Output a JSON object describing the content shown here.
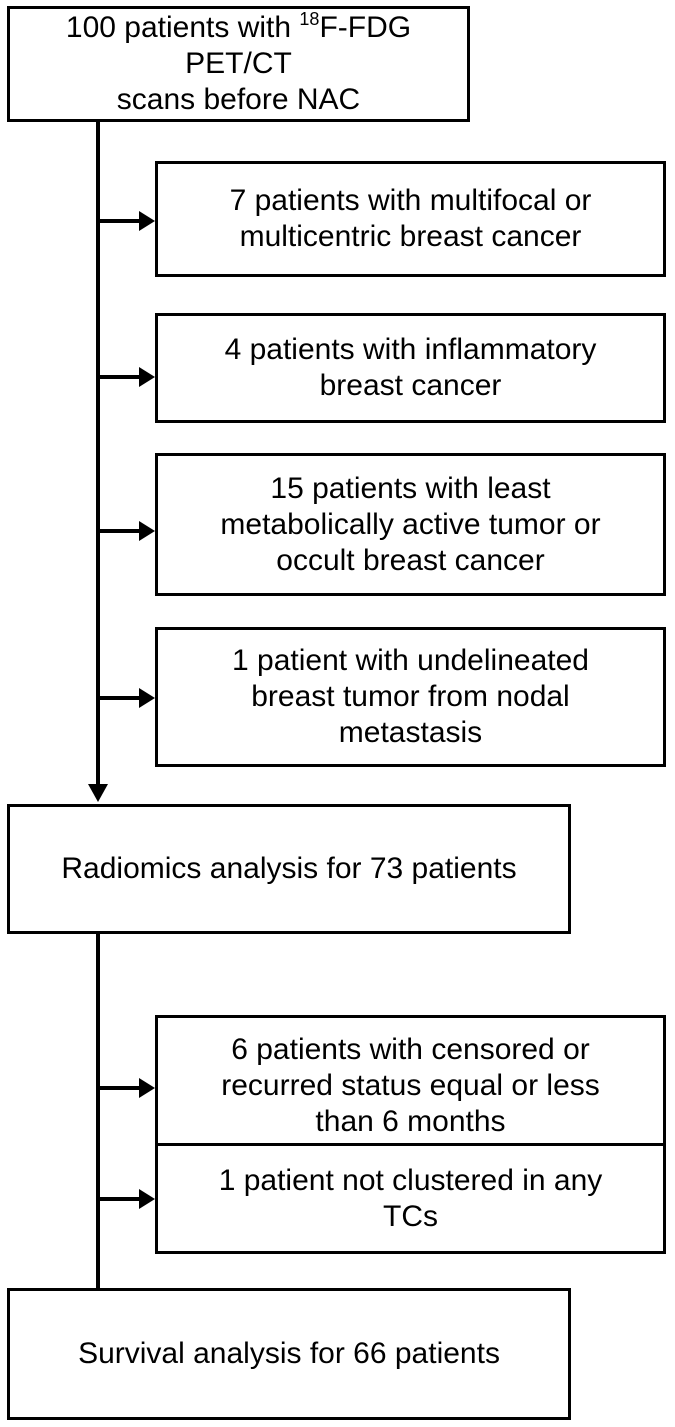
{
  "nodes": {
    "start": {
      "line1_pre": "100 patients with ",
      "line1_sup": "18",
      "line1_post": "F-FDG PET/CT",
      "line2": "scans before NAC"
    },
    "exclusion1": {
      "lines": [
        "7 patients with multifocal or",
        "multicentric breast cancer"
      ]
    },
    "exclusion2": {
      "lines": [
        "4 patients with inflammatory",
        "breast cancer"
      ]
    },
    "exclusion3": {
      "lines": [
        "15 patients with least",
        "metabolically active tumor or",
        "occult breast cancer"
      ]
    },
    "exclusion4": {
      "lines": [
        "1 patient with undelineated",
        "breast tumor from nodal",
        "metastasis"
      ]
    },
    "radiomics": {
      "text": "Radiomics analysis for 73 patients"
    },
    "exclusion5": {
      "lines": [
        "6 patients with censored or",
        "recurred status equal or less",
        "than 6 months"
      ]
    },
    "exclusion6": {
      "lines": [
        "1 patient not clustered in any",
        "TCs"
      ]
    },
    "survival": {
      "text": "Survival analysis for 66 patients"
    }
  },
  "colors": {
    "stroke": "#000000",
    "background": "#ffffff"
  }
}
